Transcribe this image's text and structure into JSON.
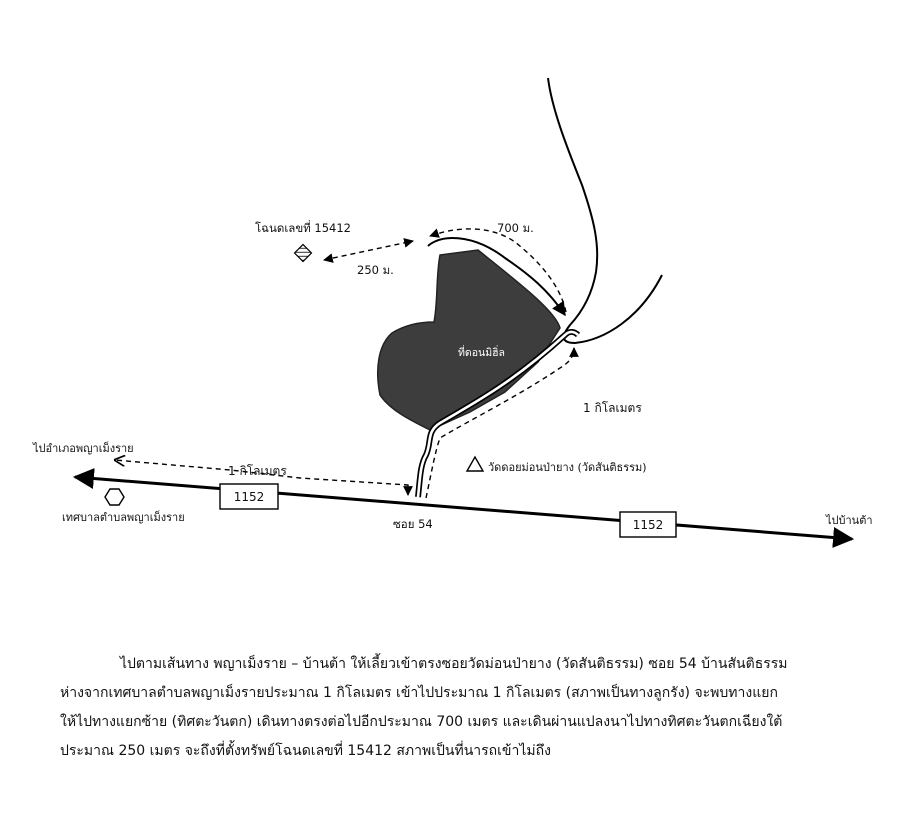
{
  "map": {
    "deed_label": "โฉนดเลขที่ 15412",
    "dist_250": "250 ม.",
    "dist_700": "700 ม.",
    "hill_label": "ที่ดอนมิฮิ่ล",
    "dist_1km_right": "1 กิโลเมตร",
    "dist_1km_left": "1 กิโลเมตร",
    "temple_label": "วัดดอยม่อนป่ายาง (วัดสันติธรรม)",
    "to_phaya_mengrai": "ไปอำเภอพญาเม็งราย",
    "to_ban_ta": "ไปบ้านต้า",
    "road_left": "1152",
    "road_right": "1152",
    "soi_label": "ซอย 54",
    "municipality_label": "เทศบาลตำบลพญาเม็งราย"
  },
  "description": {
    "line1": "ไปตามเส้นทาง พญาเม็งราย – บ้านต้า ให้เลี้ยวเข้าตรงซอยวัดม่อนป่ายาง (วัดสันติธรรม) ซอย 54 บ้านสันติธรรม",
    "line2": "ห่างจากเทศบาลตำบลพญาเม็งรายประมาณ 1 กิโลเมตร เข้าไปประมาณ 1 กิโลเมตร (สภาพเป็นทางลูกรัง) จะพบทางแยก",
    "line3": "ให้ไปทางแยกซ้าย (ทิศตะวันตก) เดินทางตรงต่อไปอีกประมาณ 700 เมตร และเดินผ่านแปลงนาไปทางทิศตะวันตกเฉียงใต้",
    "line4": "ประมาณ 250 เมตร จะถึงที่ตั้งทรัพย์โฉนดเลขที่ 15412 สภาพเป็นที่นารถเข้าไม่ถึง"
  }
}
